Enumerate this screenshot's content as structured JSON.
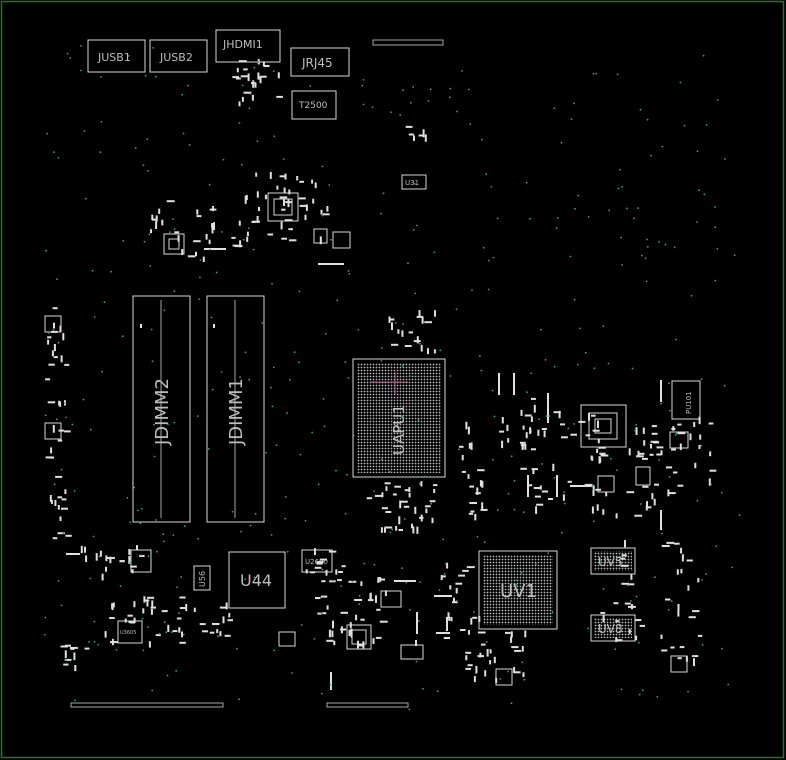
{
  "board": {
    "border_color": "#1e7a1e",
    "background": "#000000",
    "silk_color": "#d8d8d8",
    "via_color": "#2aa68a",
    "labels": {
      "jusb1": "JUSB1",
      "jusb2": "JUSB2",
      "jhdmi1": "JHDMI1",
      "jrj45": "JRJ45",
      "t2500": "T2500",
      "u31": "U31",
      "jdimm2": "JDIMM2",
      "jdimm1": "JDIMM1",
      "uapu1": "UAPU1",
      "uv1": "UV1",
      "uv5": "UV5",
      "uv8": "UV8",
      "u44": "U44",
      "u56": "U56",
      "u2600": "U2600",
      "pu101": "PU101",
      "u3605": "U3605"
    }
  }
}
